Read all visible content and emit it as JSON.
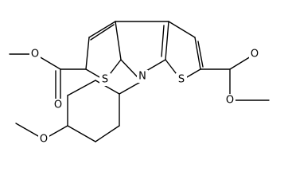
{
  "molecule": {
    "atoms": {
      "s_left": "S",
      "s_right": "S",
      "n_center": "N",
      "o_left_carbonyl": "O",
      "o_left_ester": "O",
      "o_right_carbonyl": "O",
      "o_right_ester": "O",
      "o_methoxy": "O"
    }
  }
}
